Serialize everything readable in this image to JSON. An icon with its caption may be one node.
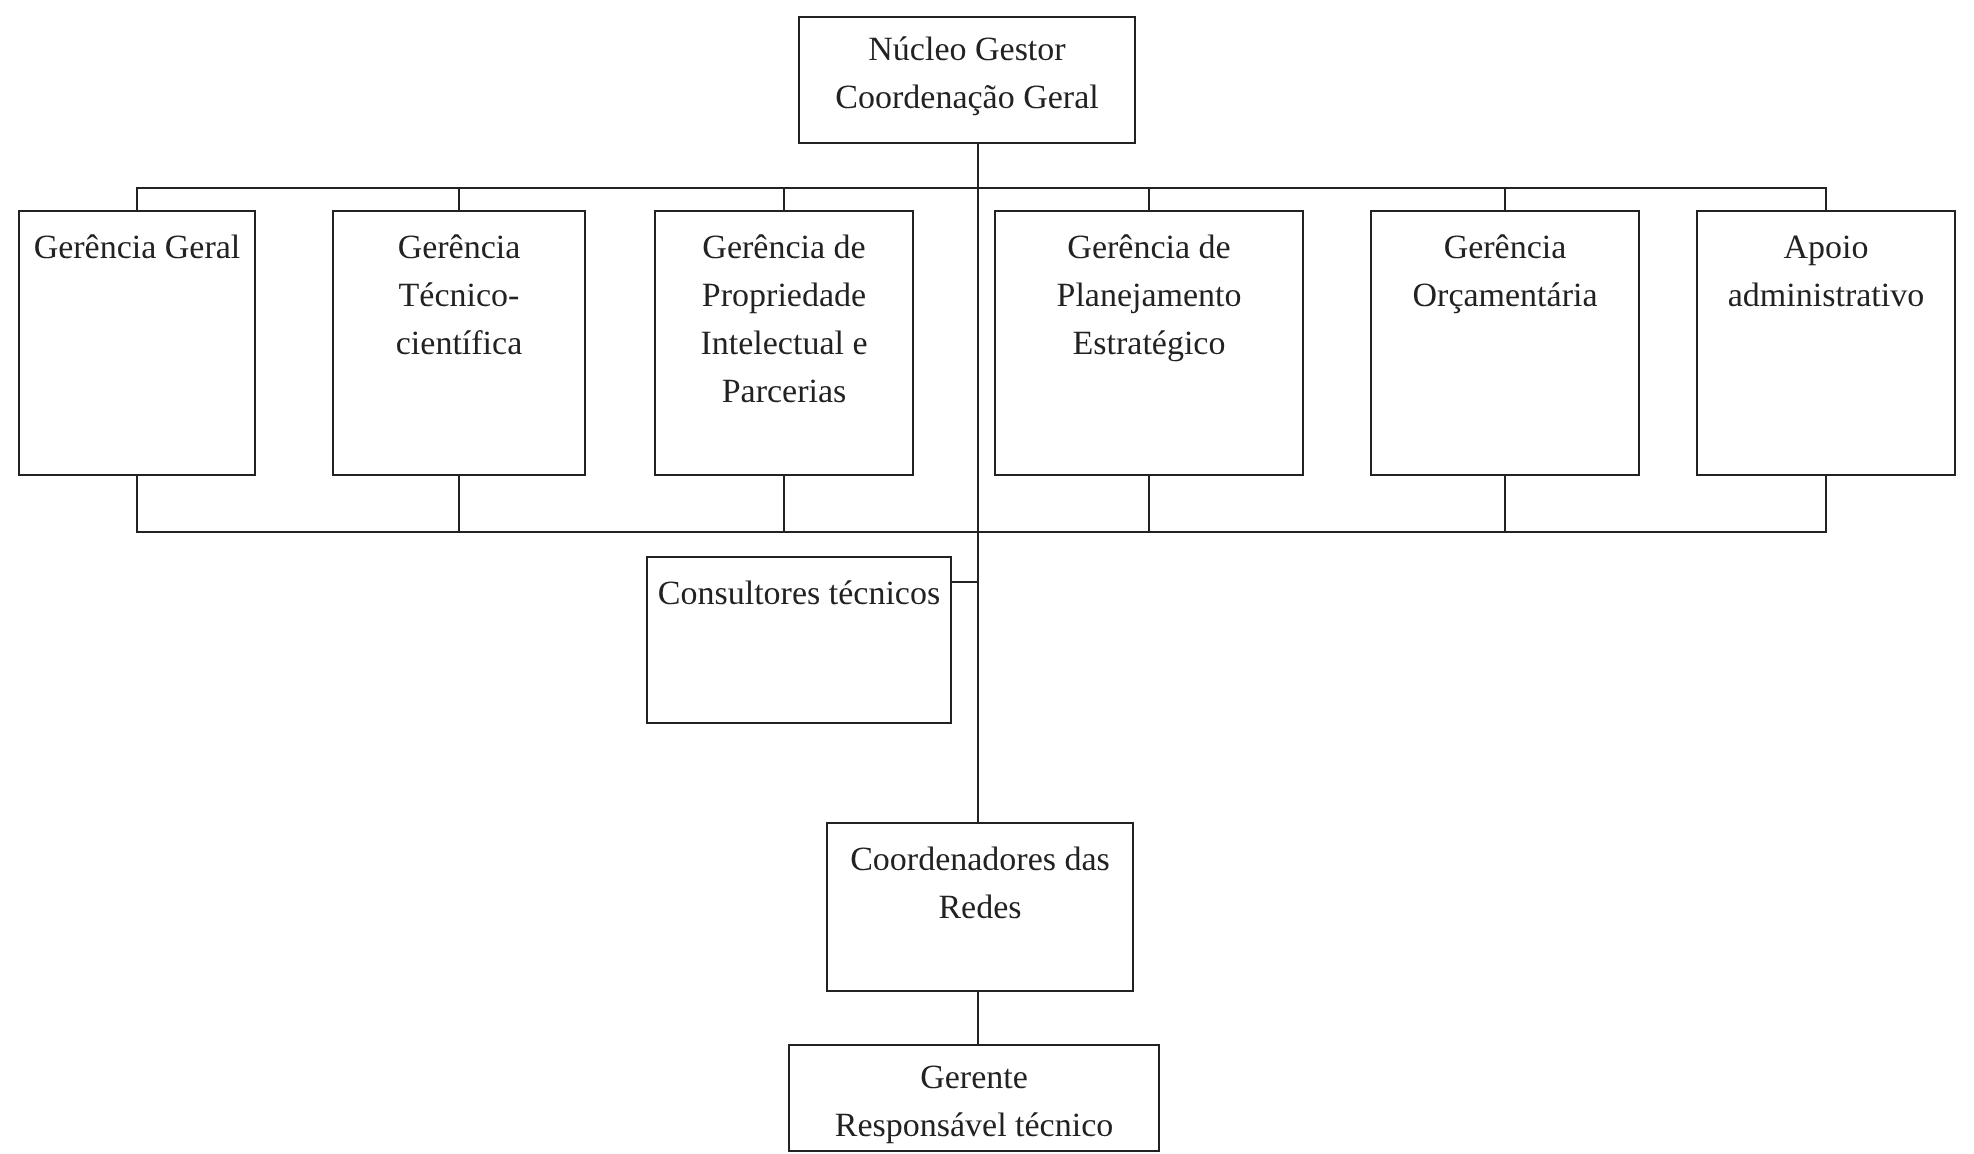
{
  "diagram": {
    "nodes": [
      {
        "text": [
          "Núcleo Gestor",
          "Coordenação Geral"
        ]
      },
      {
        "text": [
          "Gerência Geral"
        ]
      },
      {
        "text": [
          "Gerência Técnico-científica"
        ]
      },
      {
        "text": [
          "Gerência de Propriedade Intelectual e Parcerias"
        ]
      },
      {
        "text": [
          "Gerência de Planejamento Estratégico"
        ]
      },
      {
        "text": [
          "Gerência Orçamentária"
        ]
      },
      {
        "text": [
          "Apoio administrativo"
        ]
      },
      {
        "text": [
          "Consultores técnicos"
        ]
      },
      {
        "text": [
          "Coordenadores das Redes"
        ]
      },
      {
        "text": [
          "Gerente",
          "Responsável técnico"
        ]
      }
    ],
    "edges": [
      {
        "from": 0,
        "to": 1,
        "arrow": "none"
      },
      {
        "from": 0,
        "to": 2,
        "arrow": "none"
      },
      {
        "from": 0,
        "to": 3,
        "arrow": "none"
      },
      {
        "from": 0,
        "to": 4,
        "arrow": "none"
      },
      {
        "from": 0,
        "to": 5,
        "arrow": "none"
      },
      {
        "from": 0,
        "to": 6,
        "arrow": "none"
      },
      {
        "from": 1,
        "to": 8,
        "arrow": "none"
      },
      {
        "from": 2,
        "to": 8,
        "arrow": "none"
      },
      {
        "from": 3,
        "to": 8,
        "arrow": "none"
      },
      {
        "from": 4,
        "to": 8,
        "arrow": "none"
      },
      {
        "from": 5,
        "to": 8,
        "arrow": "none"
      },
      {
        "from": 6,
        "to": 8,
        "arrow": "none"
      },
      {
        "from": 0,
        "to": 7,
        "arrow": "none"
      },
      {
        "from": 0,
        "to": 8,
        "arrow": "none"
      },
      {
        "from": 8,
        "to": 9,
        "arrow": "none"
      }
    ]
  }
}
